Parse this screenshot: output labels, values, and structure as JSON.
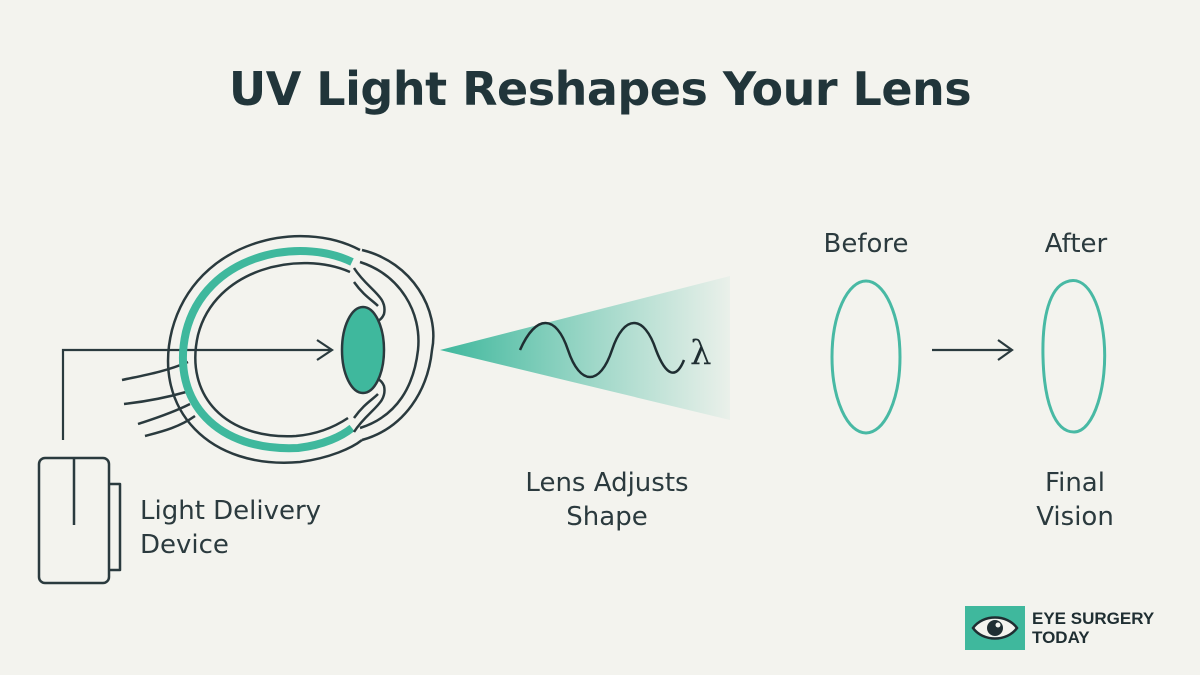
{
  "title": "UV Light Reshapes Your Lens",
  "labels": {
    "device_line1": "Light Delivery",
    "device_line2": "Device",
    "adjust_line1": "Lens Adjusts",
    "adjust_line2": "Shape",
    "before": "Before",
    "after": "After",
    "final_line1": "Final",
    "final_line2": "Vision",
    "wavelength_symbol": "λ"
  },
  "logo": {
    "line1": "EYE SURGERY",
    "line2": "TODAY"
  },
  "colors": {
    "background": "#f3f3ee",
    "accent": "#3fb89d",
    "ink": "#21353a"
  }
}
